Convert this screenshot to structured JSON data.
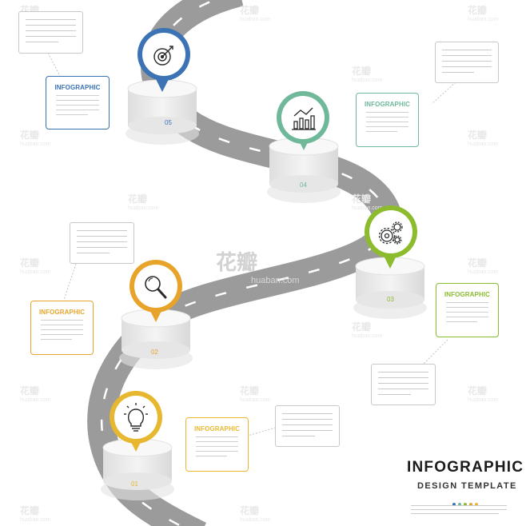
{
  "colors": {
    "road": "#9b9b9b",
    "road_marking": "#ffffff",
    "cylinder": "#ececec",
    "cylinder_top": "#f7f7f7",
    "milestone_01": "#e8b730",
    "milestone_02": "#e8a42a",
    "milestone_03": "#8dbb2e",
    "milestone_04": "#6fb89a",
    "milestone_05": "#3b73b4",
    "icon_stroke": "#2b2b2b"
  },
  "milestones": [
    {
      "number": "01",
      "icon": "lightbulb-icon",
      "label": "INFOGRAPHIC",
      "color": "#e8b730"
    },
    {
      "number": "02",
      "icon": "magnifier-icon",
      "label": "INFOGRAPHIC",
      "color": "#e8a42a"
    },
    {
      "number": "03",
      "icon": "gears-icon",
      "label": "INFOGRAPHIC",
      "color": "#8dbb2e"
    },
    {
      "number": "04",
      "icon": "bar-chart-icon",
      "label": "INFOGRAPHIC",
      "color": "#6fb89a"
    },
    {
      "number": "05",
      "icon": "target-icon",
      "label": "INFOGRAPHIC",
      "color": "#3b73b4"
    }
  ],
  "footer": {
    "title": "INFOGRAPHIC",
    "subtitle": "DESIGN TEMPLATE",
    "dot_colors": [
      "#3b73b4",
      "#6fb89a",
      "#8dbb2e",
      "#e8a42a",
      "#e8b730"
    ]
  },
  "watermark": {
    "brand": "花瓣",
    "site": "huaban.com"
  }
}
